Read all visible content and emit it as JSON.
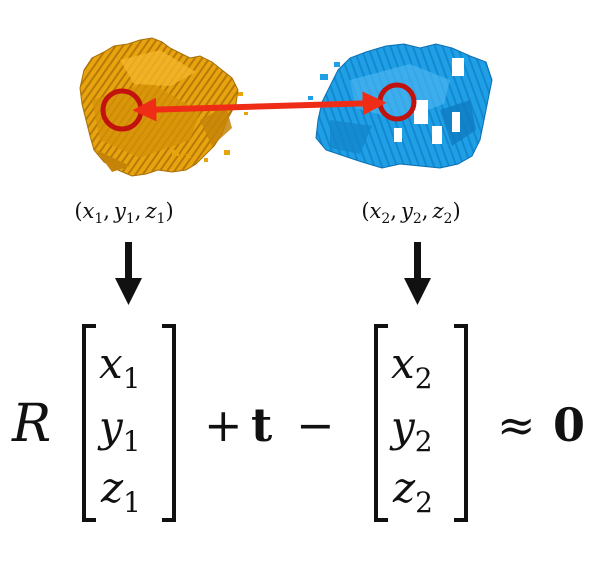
{
  "point_a": {
    "label_open": "(",
    "x": "x",
    "x_sub": "1",
    "sep1": ",",
    "y": "y",
    "y_sub": "1",
    "sep2": ",",
    "z": "z",
    "z_sub": "1",
    "label_close": ")"
  },
  "point_b": {
    "label_open": "(",
    "x": "x",
    "x_sub": "2",
    "sep1": ",",
    "y": "y",
    "y_sub": "2",
    "sep2": ",",
    "z": "z",
    "z_sub": "2",
    "label_close": ")"
  },
  "equation": {
    "rotation": "R",
    "vector1": [
      {
        "var": "x",
        "sub": "1"
      },
      {
        "var": "y",
        "sub": "1"
      },
      {
        "var": "z",
        "sub": "1"
      }
    ],
    "plus": "+",
    "translation": "t",
    "minus": "−",
    "vector2": [
      {
        "var": "x",
        "sub": "2"
      },
      {
        "var": "y",
        "sub": "2"
      },
      {
        "var": "z",
        "sub": "2"
      }
    ],
    "approx": "≈",
    "zero": "0"
  },
  "colors": {
    "cloud_left": "#e8a40e",
    "cloud_left_dark": "#a86f06",
    "cloud_right": "#1e9fe6",
    "cloud_right_dark": "#0b6fb0",
    "marker_ring": "#c1120e",
    "correspondence_arrow": "#ef2d17",
    "ink": "#111111"
  }
}
